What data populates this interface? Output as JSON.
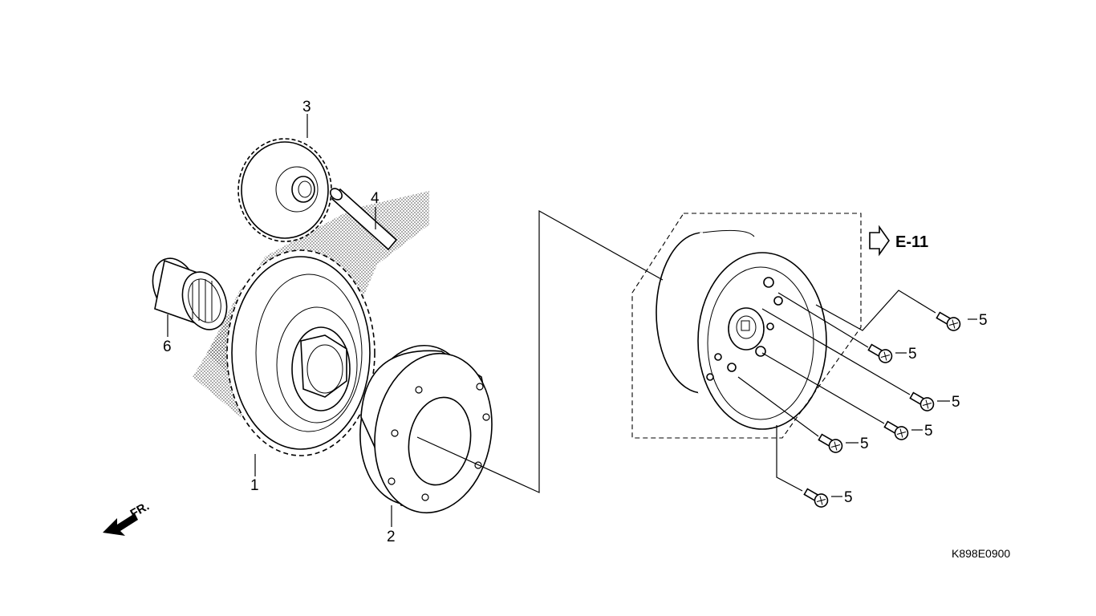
{
  "diagram": {
    "callouts": {
      "gear_large": "1",
      "clutch_outer": "2",
      "gear_small": "3",
      "pin": "4",
      "bolts": [
        "5",
        "5",
        "5",
        "5",
        "5",
        "5"
      ],
      "bearing": "6"
    },
    "reference": "E-11",
    "front_marker": "FR.",
    "drawing_code": "K898E0900"
  }
}
